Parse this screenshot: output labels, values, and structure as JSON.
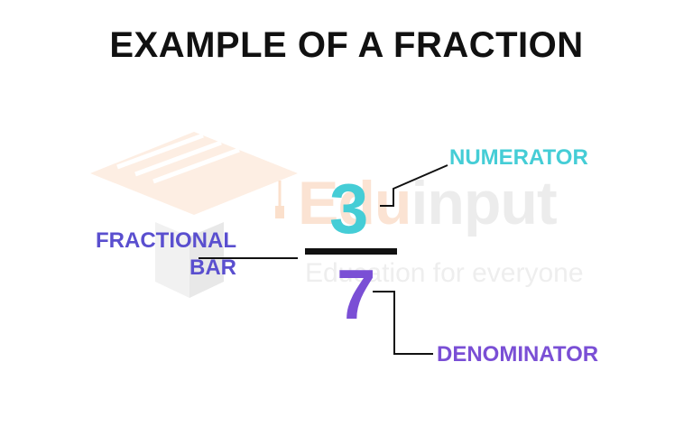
{
  "title": "EXAMPLE OF A FRACTION",
  "watermark": {
    "brand_part1": "Edu",
    "brand_part2": "input",
    "tagline": "Education for everyone"
  },
  "fraction": {
    "numerator": "3",
    "denominator": "7"
  },
  "labels": {
    "numerator": "NUMERATOR",
    "denominator": "DENOMINATOR",
    "fractional_bar_line1": "FRACTIONAL",
    "fractional_bar_line2": "BAR"
  },
  "colors": {
    "numerator": "#45cdd6",
    "denominator": "#7a4fd5",
    "fractional_bar_label": "#5a4fcf",
    "bar": "#111111",
    "title": "#111111"
  }
}
